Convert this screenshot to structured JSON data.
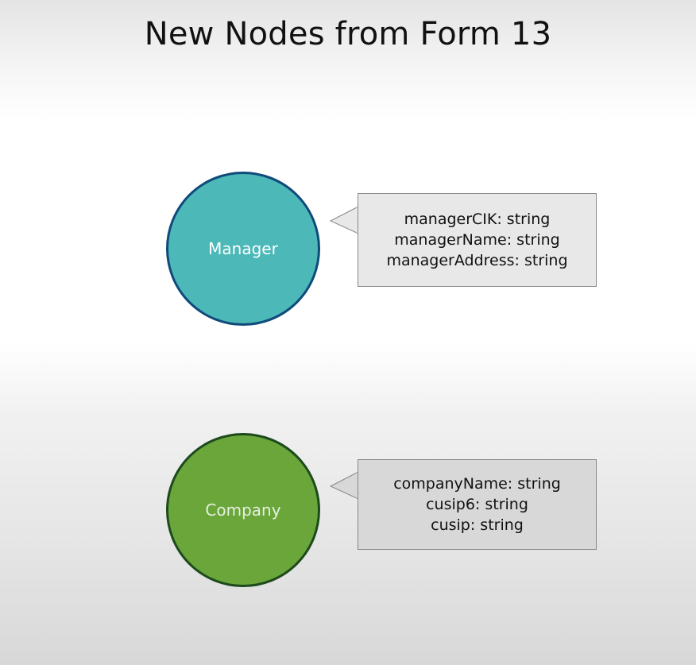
{
  "title": "New Nodes from Form 13",
  "colors": {
    "manager_fill": "#4db8b8",
    "manager_border": "#0f4a7a",
    "company_fill": "#6aa63a",
    "company_border": "#1d4a1d",
    "manager_callout_bg": "#e8e8e8",
    "company_callout_bg": "#d8d8d8"
  },
  "nodes": [
    {
      "label": "Manager",
      "properties": [
        "managerCIK: string",
        "managerName: string",
        "managerAddress: string"
      ]
    },
    {
      "label": "Company",
      "properties": [
        "companyName: string",
        "cusip6: string",
        "cusip: string"
      ]
    }
  ]
}
